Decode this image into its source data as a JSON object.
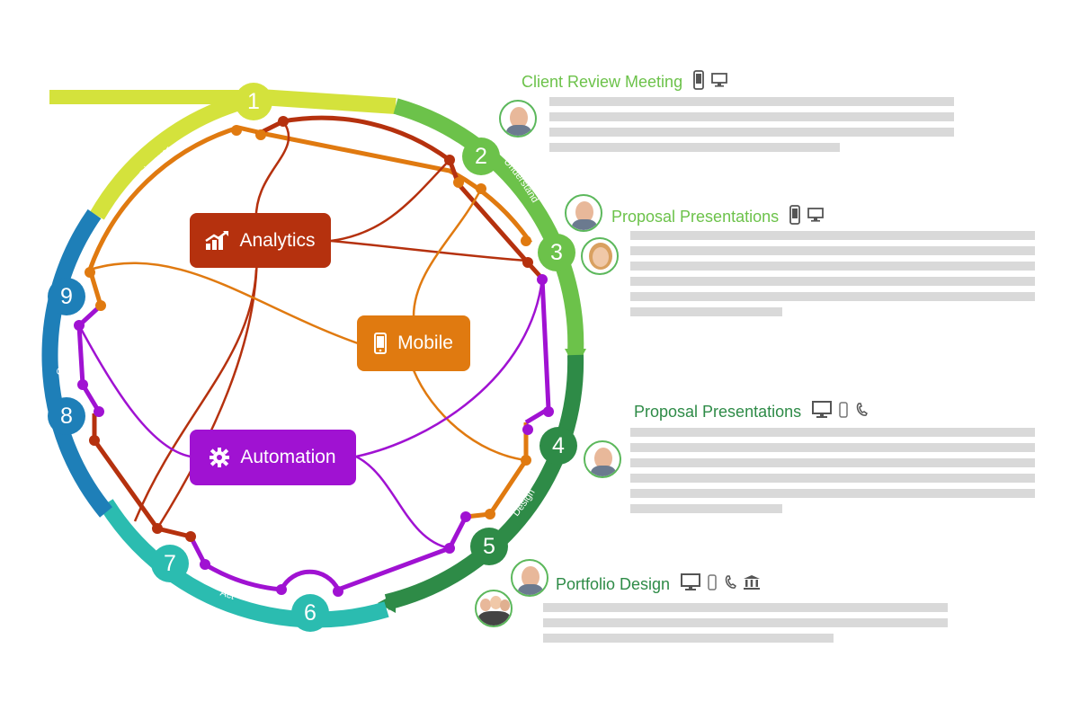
{
  "diagram": {
    "ring_labels": {
      "discover": "Discover",
      "understand": "Understand",
      "design": "Design",
      "act": "Act",
      "grow": "Grow"
    },
    "steps": [
      "1",
      "2",
      "3",
      "4",
      "5",
      "6",
      "7",
      "8",
      "9"
    ],
    "hubs": {
      "analytics": "Analytics",
      "mobile": "Mobile",
      "automation": "Automation"
    },
    "colors": {
      "discover": "#d4e23c",
      "understand": "#6cc24a",
      "design": "#2e8b47",
      "act": "#2bbcb0",
      "grow": "#1e7fb8",
      "analytics": "#b5310e",
      "mobile": "#e07a10",
      "automation": "#a012d2"
    }
  },
  "panels": [
    {
      "title": "Client Review Meeting",
      "icons": [
        "phone-icon",
        "monitor-icon"
      ]
    },
    {
      "title": "Proposal Presentations",
      "icons": [
        "phone-icon",
        "monitor-icon"
      ]
    },
    {
      "title": "Proposal Presentations",
      "icons": [
        "monitor-icon",
        "phone-icon",
        "handset-icon"
      ]
    },
    {
      "title": "Portfolio Design",
      "icons": [
        "monitor-icon",
        "phone-icon",
        "handset-icon",
        "bank-icon"
      ]
    }
  ]
}
